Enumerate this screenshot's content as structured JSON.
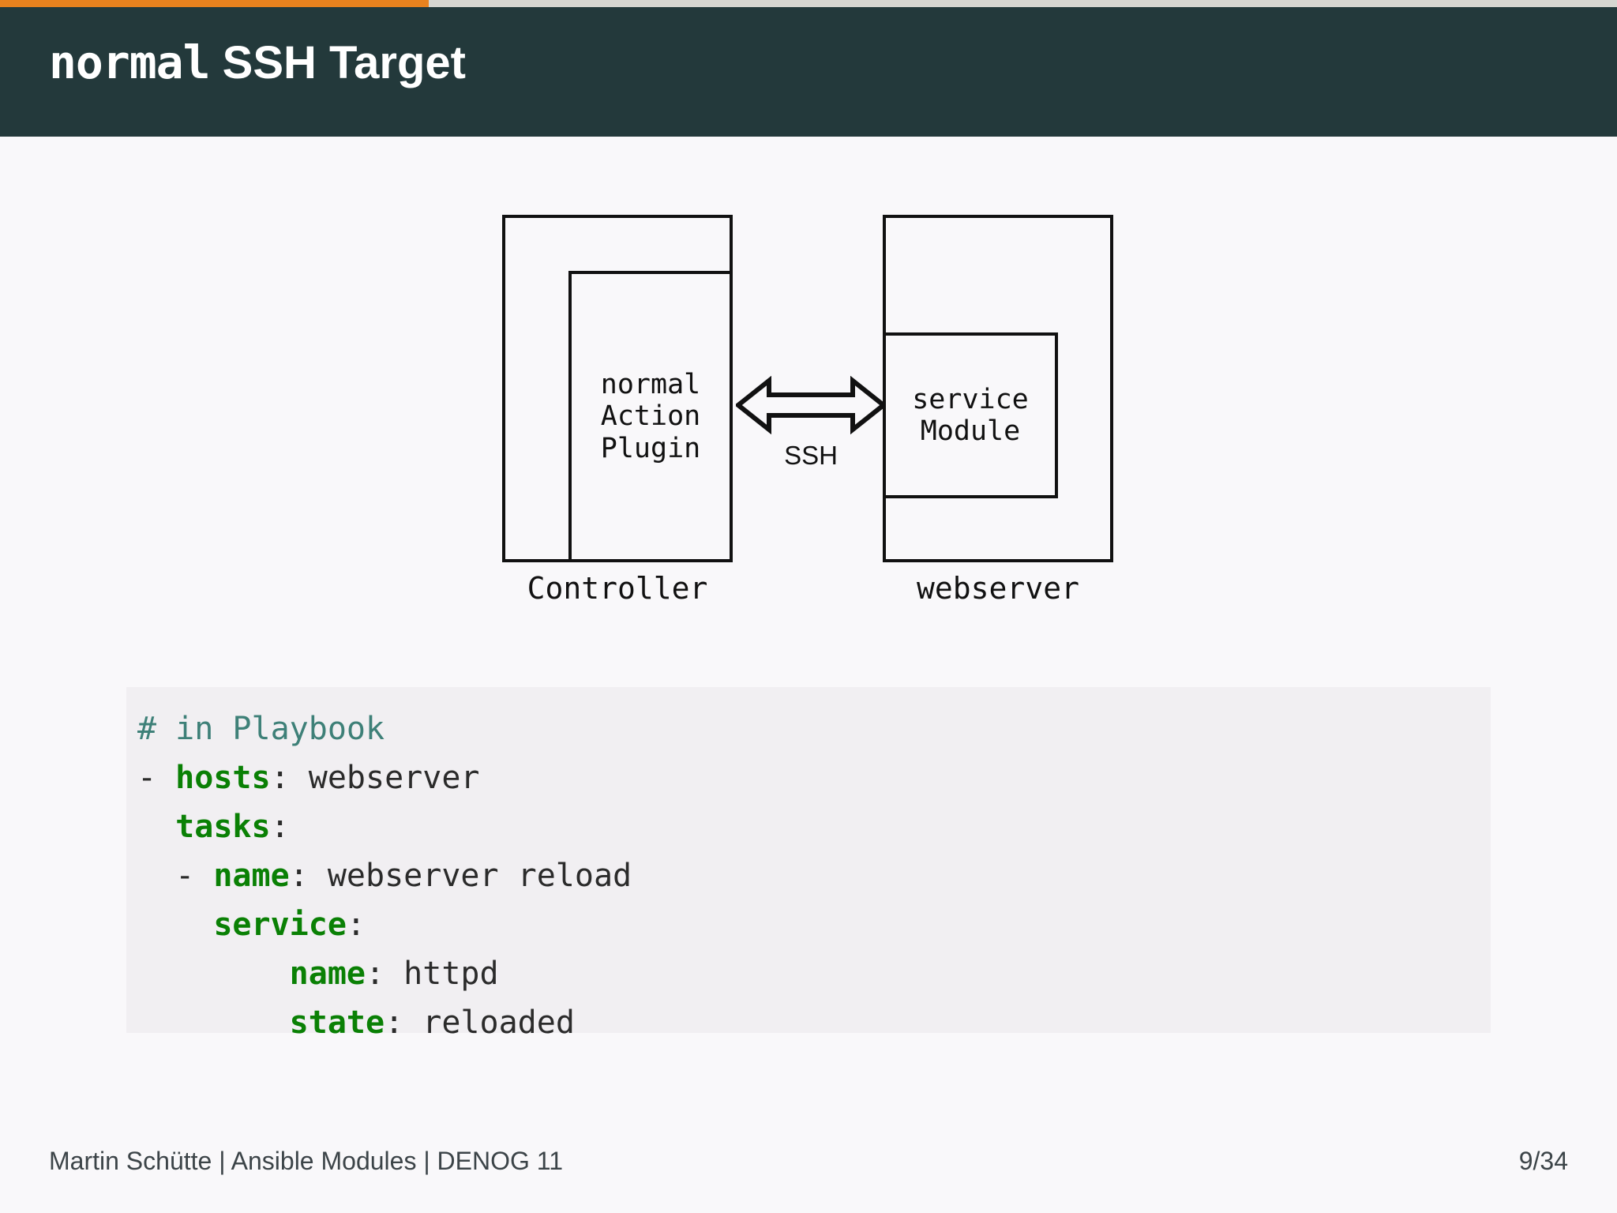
{
  "slide": {
    "title_mono": "normal",
    "title_sans": " SSH Target",
    "progress_percent": 26.5,
    "accent_color": "#e8821e",
    "header_bg": "#23393b",
    "page_bg": "#f9f8fa"
  },
  "diagram": {
    "controller": {
      "label": "Controller",
      "inner_label": "normal\nAction\nPlugin"
    },
    "webserver": {
      "label": "webserver",
      "inner_label": "service\nModule"
    },
    "connection": {
      "label": "SSH",
      "direction": "bidirectional"
    }
  },
  "code": {
    "language": "yaml",
    "lines": [
      [
        {
          "t": "# in Playbook",
          "c": "comment"
        }
      ],
      [
        {
          "t": "- ",
          "c": "plain"
        },
        {
          "t": "hosts",
          "c": "key"
        },
        {
          "t": ": webserver",
          "c": "plain"
        }
      ],
      [
        {
          "t": "  ",
          "c": "plain"
        },
        {
          "t": "tasks",
          "c": "key"
        },
        {
          "t": ":",
          "c": "plain"
        }
      ],
      [
        {
          "t": "  - ",
          "c": "plain"
        },
        {
          "t": "name",
          "c": "key"
        },
        {
          "t": ": webserver reload",
          "c": "plain"
        }
      ],
      [
        {
          "t": "    ",
          "c": "plain"
        },
        {
          "t": "service",
          "c": "key"
        },
        {
          "t": ":",
          "c": "plain"
        }
      ],
      [
        {
          "t": "        ",
          "c": "plain"
        },
        {
          "t": "name",
          "c": "key"
        },
        {
          "t": ": httpd",
          "c": "plain"
        }
      ],
      [
        {
          "t": "        ",
          "c": "plain"
        },
        {
          "t": "state",
          "c": "key"
        },
        {
          "t": ": reloaded",
          "c": "plain"
        }
      ]
    ],
    "colors": {
      "comment": "#3e8078",
      "key": "#0a8005",
      "plain": "#2b2b2b",
      "background": "#f1eff2"
    }
  },
  "footer": {
    "left": "Martin Schütte | Ansible Modules | DENOG 11",
    "page": "9/34"
  }
}
